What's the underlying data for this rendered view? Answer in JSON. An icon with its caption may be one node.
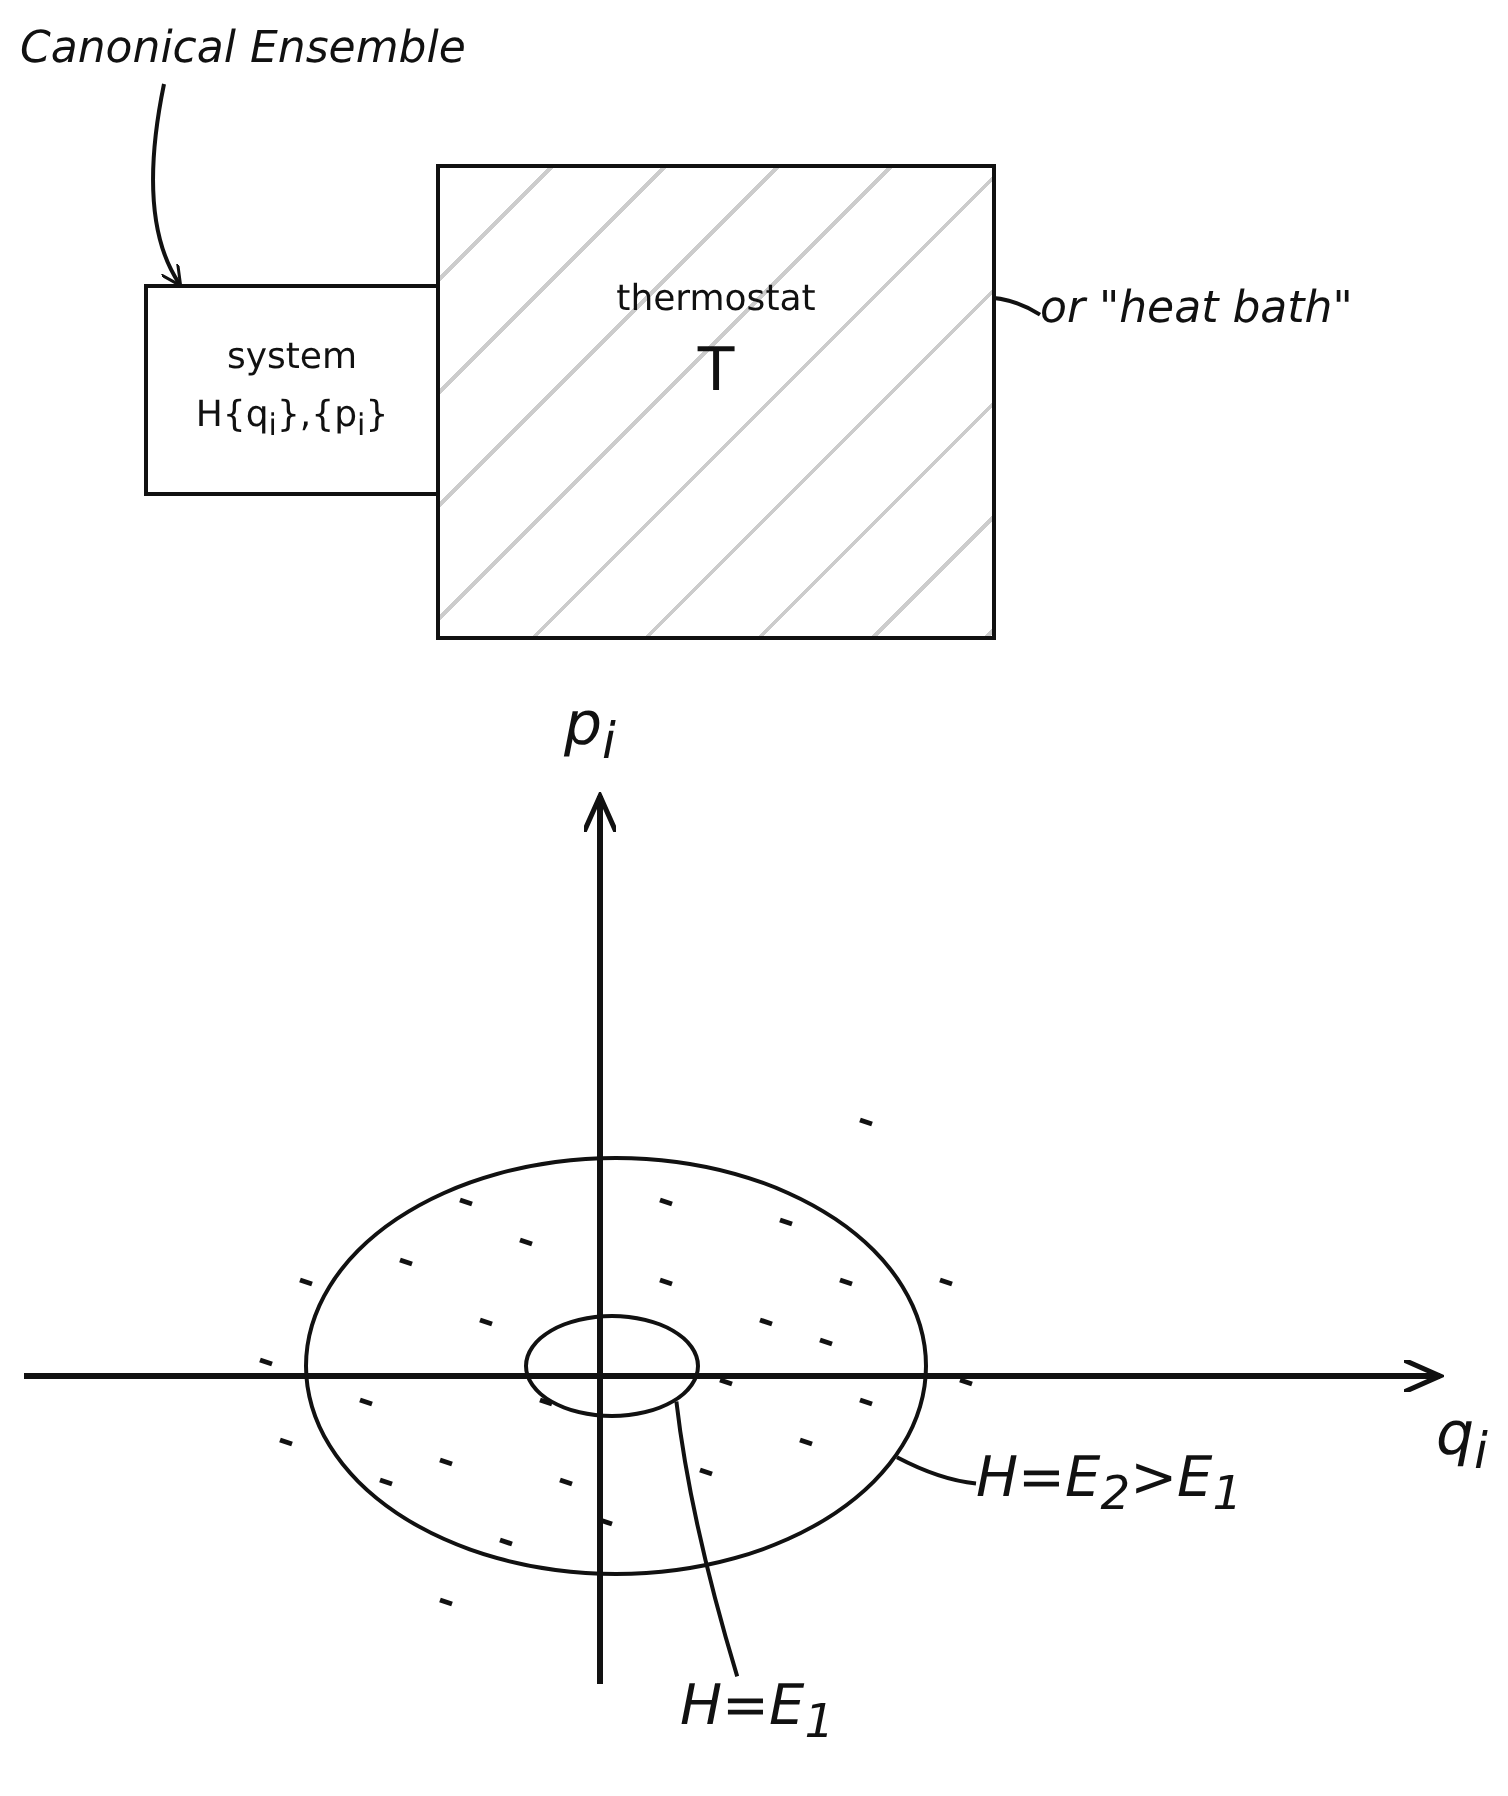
{
  "diagram": {
    "nodes": [
      {
        "text": [
          "Canonical Ensemble"
        ]
      },
      {
        "text": [
          "system",
          "H{q$_{i}$},{p$_{i}$}"
        ]
      },
      {
        "text": [
          "thermostat",
          "T"
        ]
      },
      {
        "text": [
          "or \"heat bath\""
        ]
      },
      {
        "text": [],
        "shape": "circle"
      },
      {
        "text": [],
        "shape": "circle",
        "in": 4
      },
      {
        "text": [
          "H=E$_{2}$>E$_{1}$"
        ]
      },
      {
        "text": [
          "H=E$_{1}$"
        ]
      }
    ],
    "edges": [
      {
        "from": 0,
        "to": 1,
        "arrow": "to"
      },
      {
        "from": 3,
        "to": 2,
        "arrow": "none"
      },
      {
        "from": 6,
        "to": 4,
        "arrow": "none"
      },
      {
        "from": 7,
        "to": 5,
        "arrow": "none"
      }
    ],
    "labels": [
      "p$_{i}$",
      "q$_{i}$"
    ]
  }
}
